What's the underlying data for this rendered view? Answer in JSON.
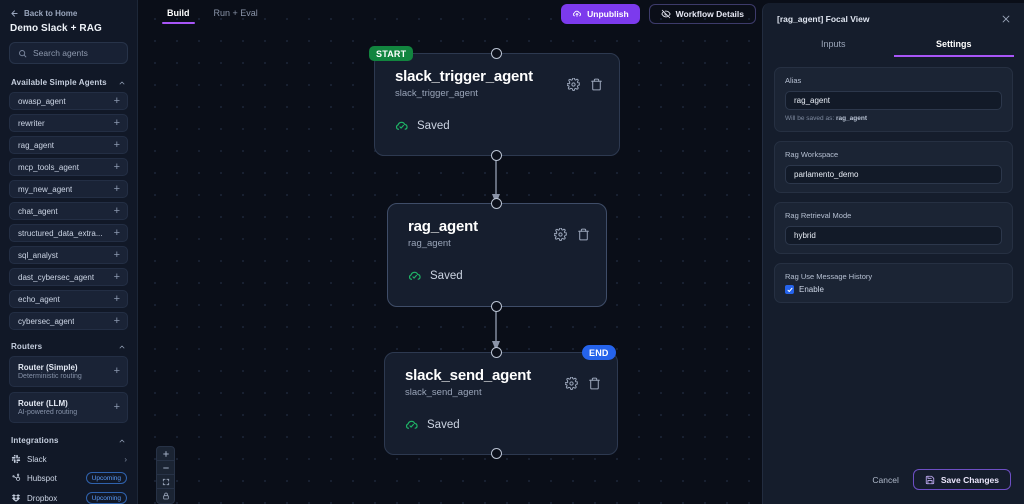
{
  "sidebar": {
    "back_label": "Back to Home",
    "project_title": "Demo Slack + RAG",
    "search_placeholder": "Search agents",
    "sections": [
      {
        "title": "Available Simple Agents"
      },
      {
        "title": "Routers"
      },
      {
        "title": "Integrations"
      }
    ],
    "agents": [
      {
        "name": "owasp_agent"
      },
      {
        "name": "rewriter"
      },
      {
        "name": "rag_agent"
      },
      {
        "name": "mcp_tools_agent"
      },
      {
        "name": "my_new_agent"
      },
      {
        "name": "chat_agent"
      },
      {
        "name": "structured_data_extra..."
      },
      {
        "name": "sql_analyst"
      },
      {
        "name": "dast_cybersec_agent"
      },
      {
        "name": "echo_agent"
      },
      {
        "name": "cybersec_agent"
      }
    ],
    "routers": [
      {
        "title": "Router (Simple)",
        "subtitle": "Deterministic routing"
      },
      {
        "title": "Router (LLM)",
        "subtitle": "AI-powered routing"
      }
    ],
    "integrations": [
      {
        "name": "Slack",
        "icon": "slack-icon",
        "badge": "",
        "chevron": "›"
      },
      {
        "name": "Hubspot",
        "icon": "hubspot-icon",
        "badge": "Upcoming",
        "chevron": ""
      },
      {
        "name": "Dropbox",
        "icon": "dropbox-icon",
        "badge": "Upcoming",
        "chevron": ""
      }
    ]
  },
  "topbar": {
    "tabs": [
      {
        "label": "Build",
        "active": true
      },
      {
        "label": "Run + Eval",
        "active": false
      }
    ],
    "unpublish_label": "Unpublish",
    "workflow_details_label": "Workflow Details"
  },
  "canvas": {
    "start_tag": "START",
    "end_tag": "END",
    "nodes": [
      {
        "title": "slack_trigger_agent",
        "subtitle": "slack_trigger_agent",
        "status": "Saved",
        "selected": false
      },
      {
        "title": "rag_agent",
        "subtitle": "rag_agent",
        "status": "Saved",
        "selected": true
      },
      {
        "title": "slack_send_agent",
        "subtitle": "slack_send_agent",
        "status": "Saved",
        "selected": false
      }
    ]
  },
  "panel": {
    "title": "[rag_agent] Focal View",
    "tabs": [
      {
        "label": "Inputs",
        "active": false
      },
      {
        "label": "Settings",
        "active": true
      }
    ],
    "fields": [
      {
        "label": "Alias",
        "value": "rag_agent",
        "hint_prefix": "Will be saved as: ",
        "hint_value": "rag_agent"
      },
      {
        "label": "Rag Workspace",
        "value": "parlamento_demo"
      },
      {
        "label": "Rag Retrieval Mode",
        "value": "hybrid"
      }
    ],
    "checkbox_field": {
      "label": "Rag Use Message History",
      "checkbox_label": "Enable",
      "checked": true
    },
    "cancel_label": "Cancel",
    "save_label": "Save Changes"
  },
  "colors": {
    "accent_purple": "#a855f7",
    "publish_purple": "#7c3aed",
    "start_green": "#12853f",
    "end_blue": "#2563eb",
    "saved_green": "#1fb567",
    "canvas_bg": "#0a0e18",
    "sidebar_bg": "#111827",
    "panel_bg": "#151d2c"
  }
}
